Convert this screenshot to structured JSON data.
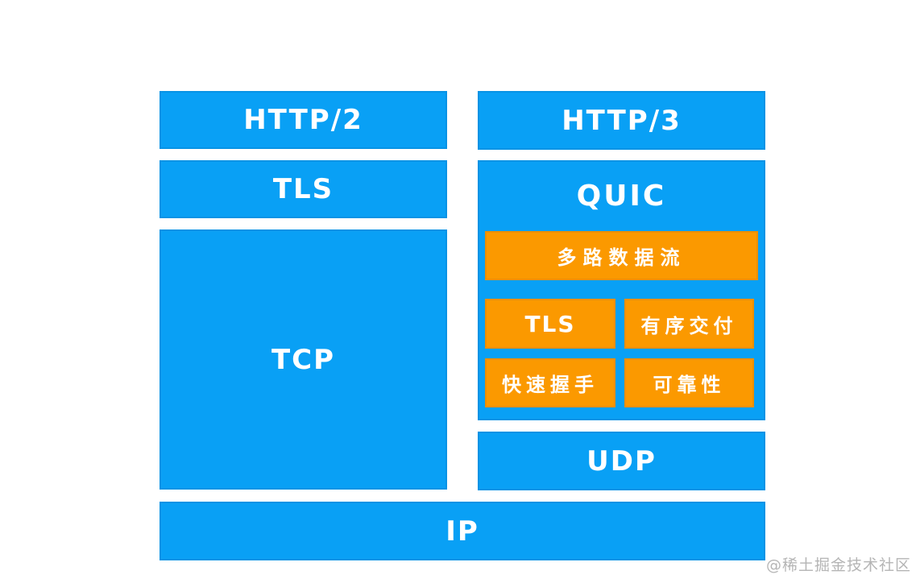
{
  "colors": {
    "blue": "#09A0F5",
    "orange": "#FB9900",
    "label_text": "#FFFFFF",
    "watermark_text": "#B5B5B5"
  },
  "left_stack": {
    "http2_label": "HTTP/2",
    "tls_label": "TLS",
    "tcp_label": "TCP"
  },
  "right_stack": {
    "http3_label": "HTTP/3",
    "quic_label": "QUIC",
    "quic_features": {
      "multiplex": "多路数据流",
      "tls": "TLS",
      "ordered_delivery": "有序交付",
      "fast_handshake": "快速握手",
      "reliability": "可靠性"
    },
    "udp_label": "UDP"
  },
  "bottom": {
    "ip_label": "IP"
  },
  "watermark": "@稀土掘金技术社区"
}
